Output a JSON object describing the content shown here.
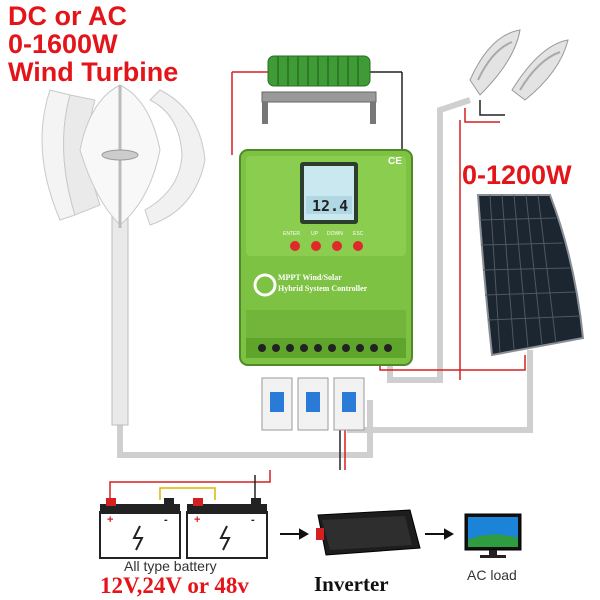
{
  "headline": {
    "line1": "DC or AC",
    "line2": "0-1600W",
    "line3": "Wind Turbine"
  },
  "solar": {
    "power": "0-1200W"
  },
  "controller": {
    "ce_mark": "CE",
    "lcd_reading": "12.4",
    "buttons": {
      "enter": "ENTER",
      "up": "UP",
      "down": "DOWN",
      "esc": "ESC"
    },
    "product_line1": "MPPT Wind/Solar",
    "product_line2": "Hybrid System Controller"
  },
  "battery": {
    "type_label": "All type battery",
    "voltage_label": "12V,24V or 48v",
    "plus": "+",
    "minus": "-"
  },
  "inverter": {
    "label": "Inverter"
  },
  "load": {
    "label": "AC load"
  },
  "colors": {
    "headline_red": "#e3151a",
    "controller_green": "#7dc242",
    "resistor_green": "#3f9b36",
    "wire_gray": "#c8c8c8",
    "wire_red": "#d42020"
  }
}
